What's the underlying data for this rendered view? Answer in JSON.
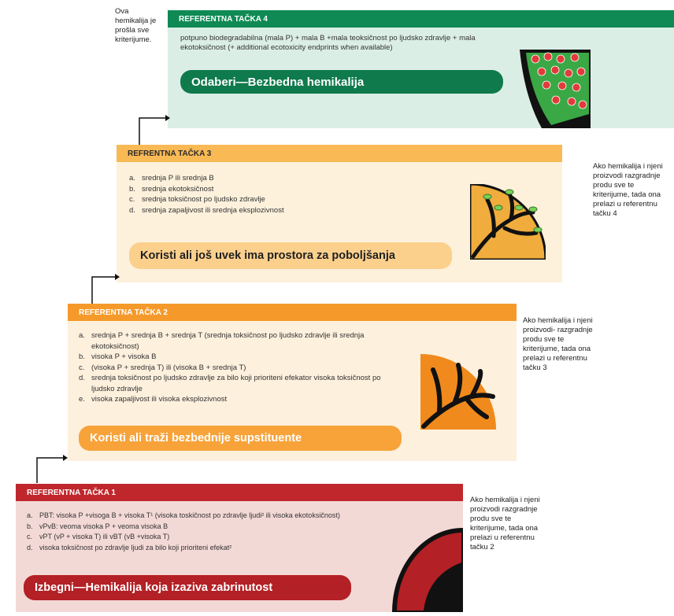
{
  "colors": {
    "green_header": "#0f8a55",
    "green_panel": "#dbeee6",
    "green_pill": "#0f7a4c",
    "orange_light_header": "#f9b955",
    "orange_light_panel": "#fdf1dc",
    "orange_light_pill": "#fbd08d",
    "orange_header": "#f59a2a",
    "orange_panel": "#fdf0dd",
    "orange_pill": "#f7a33a",
    "red_header": "#c0272d",
    "red_panel": "#f3d9d6",
    "red_pill": "#b32025"
  },
  "panel4": {
    "header": "REFERENTNA TAČKA 4",
    "text": "potpuno biodegradabilna (mala P) + mala B +mala teoksičnost po ljudsko zdravlje + mala ekotoksičnost (+ additional ecotoxicity endprints when available)",
    "pill": "Odaberi—Bezbedna hemikalija",
    "side_note": "Ova hemikalija je prošla sve kriterijume."
  },
  "panel3": {
    "header": "REFRENTNA TAČKA  3",
    "items": [
      {
        "letter": "a.",
        "text": "srednja P ili srednja B"
      },
      {
        "letter": "b.",
        "text": "srednja ekotoksičnost"
      },
      {
        "letter": "c.",
        "text": "srednja toksičnost po ljudsko zdravlje"
      },
      {
        "letter": "d.",
        "text": "srednja zapaljivost ili srednja eksplozivnost"
      }
    ],
    "pill": "Koristi ali još uvek ima prostora za poboljšanja",
    "side_note": "Ako hemikalija i njeni proizvodi razgradnje produ sve te kriterijume, tada ona prelazi u referentnu tačku 4"
  },
  "panel2": {
    "header": "REFERENTNA TAČKA  2",
    "items": [
      {
        "letter": "a.",
        "text": "srednja P + srednja B + srednja T (srednja toksičnost po ljudsko zdravlje ili srednja ekotoksičnost)"
      },
      {
        "letter": "b.",
        "text": "visoka  P + visoka  B"
      },
      {
        "letter": "c.",
        "text": "(visoka  P + srednja T) ili (visoka  B + srednja T)"
      },
      {
        "letter": "d.",
        "text": "srednja toksičnost po ljudsko zdravlje za bilo koji prioriteni efekator visoka toksičnost po ljudsko zdravlje"
      },
      {
        "letter": "e.",
        "text": "visoka zapaljivost ili visoka eksplozivnost"
      }
    ],
    "pill": "Koristi ali traži bezbednije supstituente",
    "side_note": "Ako hemikalija i njeni proizvodi- razgradnje produ sve te kriterijume, tada ona prelazi u referentnu tačku 3"
  },
  "panel1": {
    "header": "REFERENTNA TAČKA  1",
    "items": [
      {
        "letter": "a.",
        "text": "PBT: visoka P +visoga B + visoka T¹ (visoka toskičnost po zdravlje ljudi² ili visoka ekotoksičnost)"
      },
      {
        "letter": "b.",
        "text": "vPvB: veoma visoka P + veoma visoka B"
      },
      {
        "letter": "c.",
        "text": "vPT (vP + visoka T) ili vBT (vB +visoka T)"
      },
      {
        "letter": "d.",
        "text": "visoka toksičnost po zdravlje ljudi za bilo koji prioriteni efekat²"
      }
    ],
    "pill": "Izbegni—Hemikalija koja izaziva zabrinutost",
    "side_note": "Ako hemikalija i njeni proizvodi razgradnje produ sve te kriterijume, tada ona prelazi u referentnu tačku 2"
  },
  "icons": {
    "panel4": "apple-tree-icon",
    "panel3": "leafy-branch-icon",
    "panel2": "bare-branch-icon",
    "panel1": "tree-trunk-icon"
  }
}
